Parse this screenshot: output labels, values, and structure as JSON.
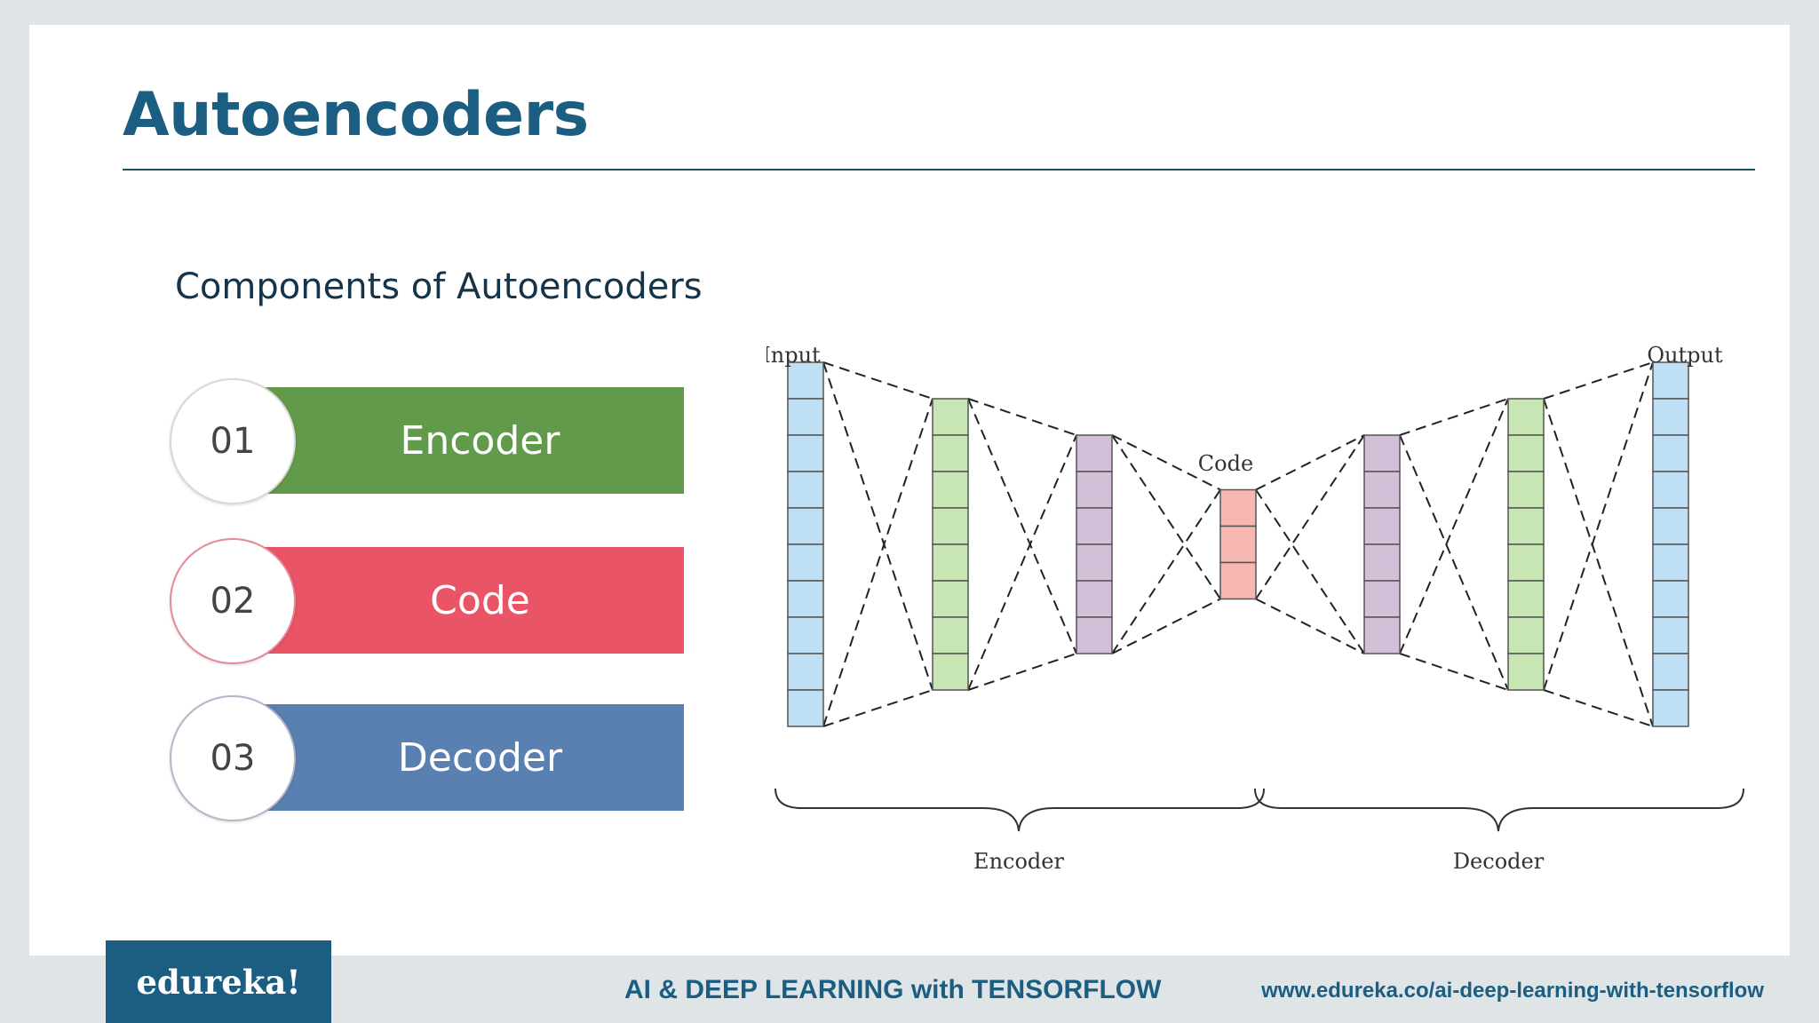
{
  "slide": {
    "title": "Autoencoders",
    "subtitle": "Components of Autoencoders"
  },
  "components": [
    {
      "number": "01",
      "label": "Encoder",
      "color": "#629a4b",
      "ring_color": "#d8d8d8"
    },
    {
      "number": "02",
      "label": "Code",
      "color": "#e95466",
      "ring_color": "#e58a97"
    },
    {
      "number": "03",
      "label": "Decoder",
      "color": "#5a80b2",
      "ring_color": "#b9b4c8"
    }
  ],
  "diagram": {
    "labels": {
      "input": "Input",
      "output": "Output",
      "code": "Code",
      "encoder": "Encoder",
      "decoder": "Decoder"
    },
    "layers": [
      {
        "role": "input",
        "units": 10,
        "color": "#bfe0f4"
      },
      {
        "role": "encoder-hidden-1",
        "units": 8,
        "color": "#c8e6b4"
      },
      {
        "role": "encoder-hidden-2",
        "units": 6,
        "color": "#d4bfd9"
      },
      {
        "role": "code",
        "units": 3,
        "color": "#f6b8b0"
      },
      {
        "role": "decoder-hidden-1",
        "units": 6,
        "color": "#d4bfd9"
      },
      {
        "role": "decoder-hidden-2",
        "units": 8,
        "color": "#c8e6b4"
      },
      {
        "role": "output",
        "units": 10,
        "color": "#bfe0f4"
      }
    ]
  },
  "footer": {
    "logo": "edureka!",
    "course": "AI & DEEP LEARNING with TENSORFLOW",
    "url": "www.edureka.co/ai-deep-learning-with-tensorflow"
  }
}
